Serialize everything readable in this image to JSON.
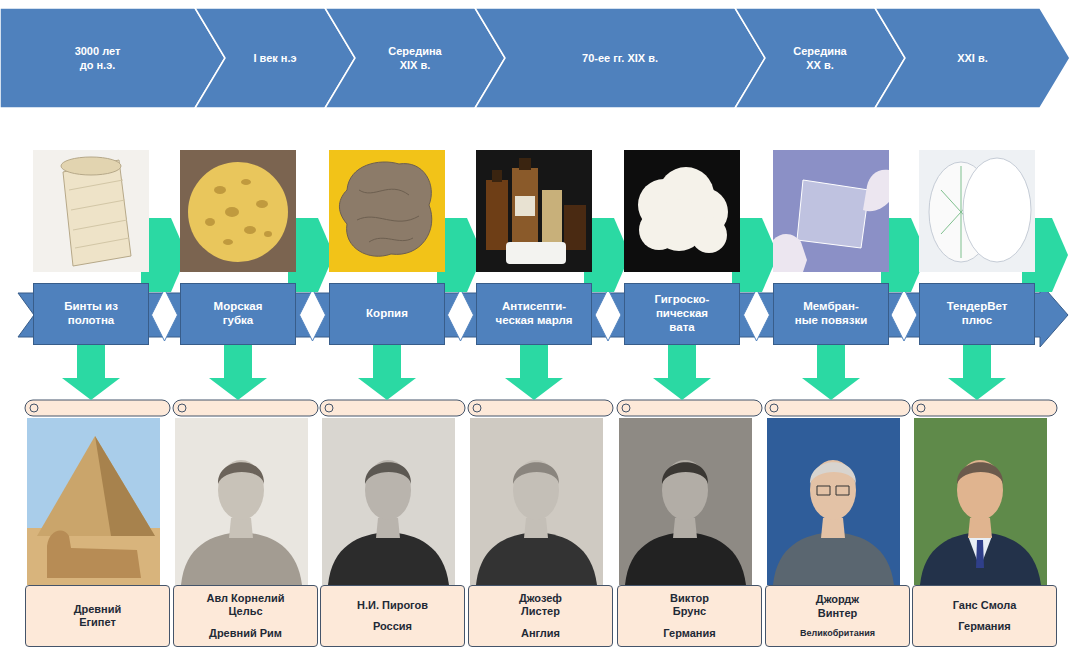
{
  "diagram": {
    "nodes": [
      {
        "text": [
          "3000 лет до н.э."
        ]
      },
      {
        "text": [
          "I век н.э"
        ]
      },
      {
        "text": [
          "Середина XIX в."
        ]
      },
      {
        "text": [
          "70-ее гг. XIX в."
        ]
      },
      {
        "text": [
          "Середина XX в."
        ]
      },
      {
        "text": [
          "XXI в."
        ]
      },
      {
        "text": [
          "Бинты из полотна"
        ]
      },
      {
        "text": [
          "Морская губка"
        ]
      },
      {
        "text": [
          "Корпия"
        ]
      },
      {
        "text": [
          "Антисепти- ческая марля"
        ]
      },
      {
        "text": [
          "Гигроско- пическая вата"
        ]
      },
      {
        "text": [
          "Мембран- ные повязки"
        ]
      },
      {
        "text": [
          "ТендерВет плюс"
        ]
      },
      {
        "text": [
          "Древний Египет"
        ]
      },
      {
        "text": [
          "Авл Корнелий Цельс",
          "Древний Рим"
        ]
      },
      {
        "text": [
          "Н.И. Пирогов",
          "Россия"
        ]
      },
      {
        "text": [
          "Джозеф Листер",
          "Англия"
        ]
      },
      {
        "text": [
          "Виктор Брунс",
          "Германия"
        ]
      },
      {
        "text": [
          "Джордж Винтер",
          "Великобритания"
        ]
      },
      {
        "text": [
          "Ганс Смола",
          "Германия"
        ]
      }
    ],
    "edges": [
      {
        "from": 6,
        "to": 13,
        "arrow": "to"
      },
      {
        "from": 7,
        "to": 14,
        "arrow": "to"
      },
      {
        "from": 8,
        "to": 15,
        "arrow": "to"
      },
      {
        "from": 9,
        "to": 16,
        "arrow": "to"
      },
      {
        "from": 10,
        "to": 17,
        "arrow": "to"
      },
      {
        "from": 11,
        "to": 18,
        "arrow": "to"
      },
      {
        "from": 12,
        "to": 19,
        "arrow": "to"
      }
    ]
  }
}
